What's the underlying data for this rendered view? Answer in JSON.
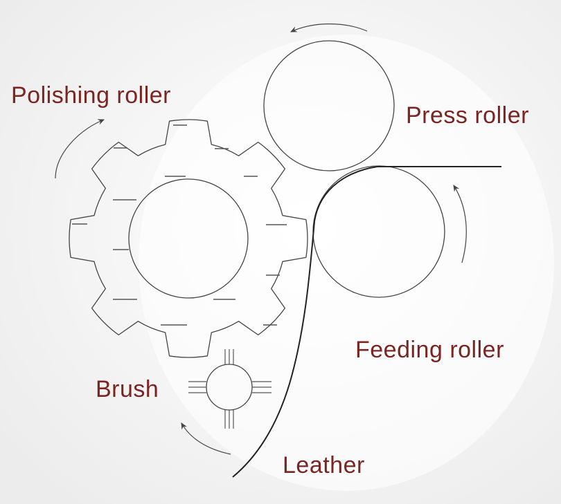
{
  "labels": {
    "polishing_roller": "Polishing roller",
    "press_roller": "Press roller",
    "feeding_roller": "Feeding roller",
    "brush": "Brush",
    "leather": "Leather"
  },
  "colors": {
    "label_text": "#7a2522",
    "line": "#444444",
    "leather_line": "#222222",
    "dash": "#555555",
    "background": "#f6f6f6"
  }
}
